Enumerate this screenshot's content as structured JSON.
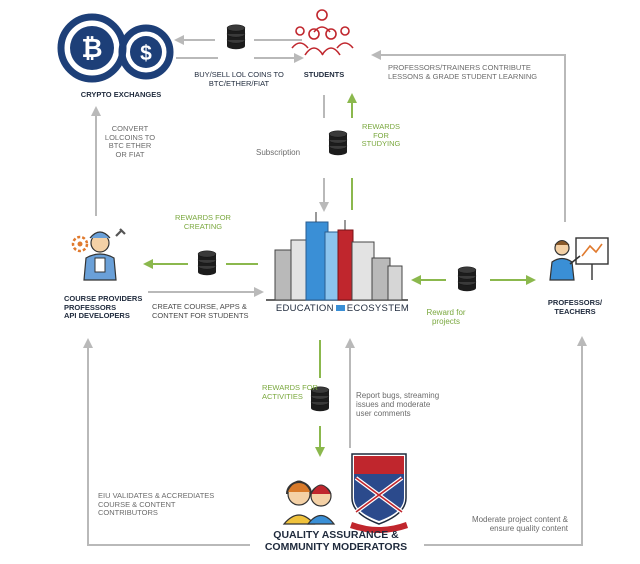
{
  "nodes": {
    "crypto_exchanges": "CRYPTO EXCHANGES",
    "students": "STUDENTS",
    "course_providers": "COURSE PROVIDERS\nPROFESSORS\nAPI DEVELOPERS",
    "ecosystem_left": "EDUCATION",
    "ecosystem_right": "ECOSYSTEM",
    "professors_teachers": "PROFESSORS/\nTEACHERS",
    "quality_assurance": "QUALITY ASSURANCE &\nCOMMUNITY MODERATORS"
  },
  "edges": {
    "buy_sell": "BUY/SELL LOL COINS TO\nBTC/ETHER/FIAT",
    "professors_contribute": "PROFESSORS/TRAINERS CONTRIBUTE\nLESSONS & GRADE STUDENT LEARNING",
    "convert": "CONVERT\nLOLCOINS TO\nBTC ETHER\nOR FIAT",
    "subscription": "Subscription",
    "rewards_studying": "REWARDS\nFOR\nSTUDYING",
    "rewards_creating": "REWARDS FOR\nCREATING",
    "create_course": "CREATE COURSE, APPS &\nCONTENT FOR STUDENTS",
    "reward_projects": "Reward for\nprojects",
    "rewards_activities": "REWARDS FOR\nACTIVITIES",
    "report_bugs": "Report bugs, streaming\nissues and moderate\nuser comments",
    "eiu_validates": "EIU VALIDATES & ACCREDIATES\nCOURSE & CONTENT\nCONTRIBUTORS",
    "moderate_project": "Moderate project content &\nensure quality content"
  },
  "icons": {
    "crypto": "bitcoin-dollar-icon",
    "students": "students-group-icon",
    "providers": "developer-gear-icon",
    "ecosystem": "city-buildings-icon",
    "teacher": "teacher-board-icon",
    "moderators": "headset-people-icon",
    "crest": "university-crest-icon",
    "coins": "coin-stack-icon"
  },
  "colors": {
    "gray_arrow": "#b9b9b9",
    "green_arrow": "#8bb84d",
    "crypto_blue": "#1d3f78",
    "text_dark": "#1f2a3c",
    "coin": "#1c1c1c",
    "crest_red": "#c0262d",
    "crest_blue": "#2b4a8c",
    "ecosystem_blue": "#3a8fd6"
  }
}
